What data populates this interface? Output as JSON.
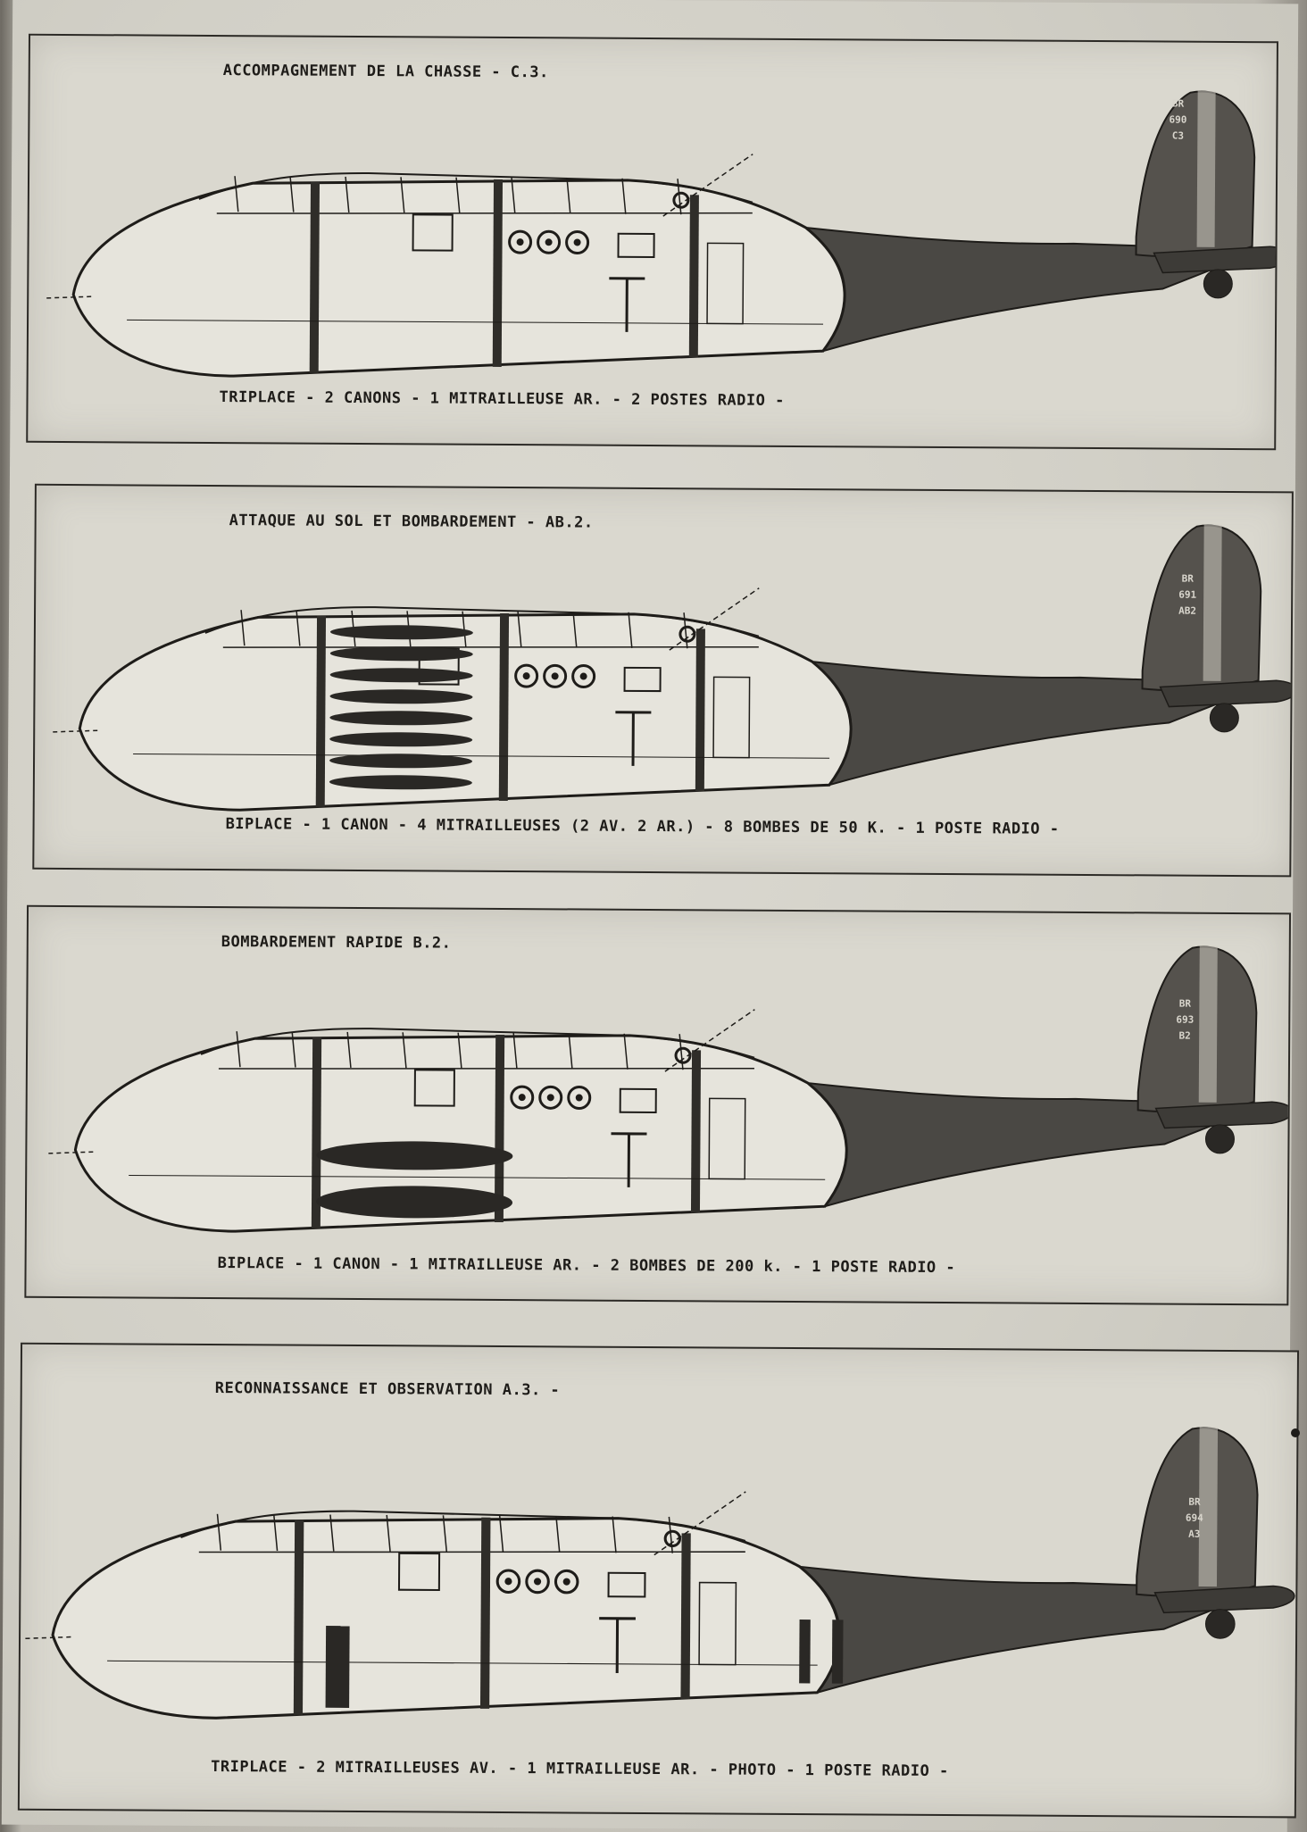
{
  "sections": [
    {
      "heading": "ACCOMPAGNEMENT DE LA CHASSE - C.3.",
      "caption": "TRIPLACE - 2 CANONS - 1 MITRAILLEUSE AR. - 2 POSTES RADIO -",
      "tail_marking": [
        "BR",
        "690",
        "C3"
      ]
    },
    {
      "heading": "ATTAQUE AU SOL ET BOMBARDEMENT - AB.2.",
      "caption": "BIPLACE - 1 CANON - 4 MITRAILLEUSES (2 AV. 2 AR.) - 8 BOMBES DE 50 K. - 1 POSTE RADIO -",
      "tail_marking": [
        "BR",
        "691",
        "AB2"
      ]
    },
    {
      "heading": "BOMBARDEMENT RAPIDE B.2.",
      "caption": "BIPLACE - 1 CANON - 1 MITRAILLEUSE AR. - 2 BOMBES DE 200 k. - 1 POSTE RADIO -",
      "tail_marking": [
        "BR",
        "693",
        "B2"
      ]
    },
    {
      "heading": "RECONNAISSANCE ET OBSERVATION A.3. -",
      "caption": "TRIPLACE - 2 MITRAILLEUSES AV. - 1 MITRAILLEUSE AR. - PHOTO - 1 POSTE RADIO -",
      "tail_marking": [
        "BR",
        "694",
        "A3"
      ]
    }
  ],
  "colors": {
    "paper": "#dad8cf",
    "ink": "#1e1c19",
    "fuselage_shade": "#4a4844"
  }
}
